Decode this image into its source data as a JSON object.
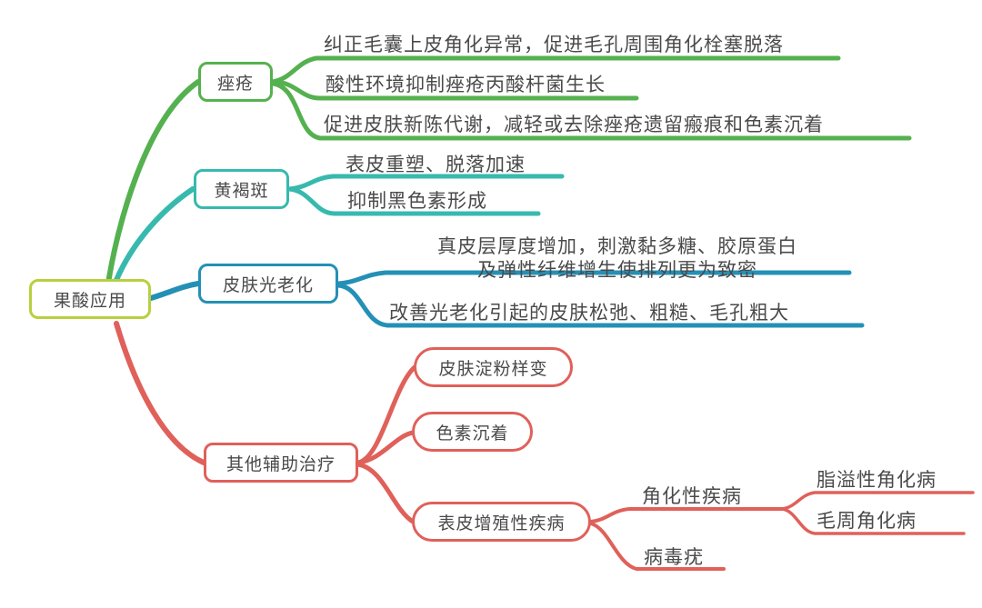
{
  "diagram": {
    "title": "果酸应用",
    "type": "mind-map",
    "colors": {
      "root": "#b9cf3e",
      "acne": "#55b14f",
      "melasma": "#37b9ae",
      "photoaging": "#2490b5",
      "other": "#e0605a",
      "text": "#4a4a4a",
      "background": "#ffffff"
    },
    "root": {
      "label": "果酸应用"
    },
    "branches": [
      {
        "id": "acne",
        "label": "痤疮",
        "color": "#55b14f",
        "children": [
          {
            "label": "纠正毛囊上皮角化异常，促进毛孔周围角化栓塞脱落"
          },
          {
            "label": "酸性环境抑制痤疮丙酸杆菌生长"
          },
          {
            "label": "促进皮肤新陈代谢，减轻或去除痤疮遗留瘢痕和色素沉着"
          }
        ]
      },
      {
        "id": "melasma",
        "label": "黄褐斑",
        "color": "#37b9ae",
        "children": [
          {
            "label": "表皮重塑、脱落加速"
          },
          {
            "label": "抑制黑色素形成"
          }
        ]
      },
      {
        "id": "photoaging",
        "label": "皮肤光老化",
        "color": "#2490b5",
        "children": [
          {
            "label": "真皮层厚度增加，刺激黏多糖、胶原蛋白",
            "label2": "及弹性纤维增生使排列更为致密"
          },
          {
            "label": "改善光老化引起的皮肤松弛、粗糙、毛孔粗大"
          }
        ]
      },
      {
        "id": "other",
        "label": "其他辅助治疗",
        "color": "#e0605a",
        "children": [
          {
            "label": "皮肤淀粉样变"
          },
          {
            "label": "色素沉着"
          },
          {
            "label": "表皮增殖性疾病",
            "children": [
              {
                "label": "角化性疾病",
                "children": [
                  {
                    "label": "脂溢性角化病"
                  },
                  {
                    "label": "毛周角化病"
                  }
                ]
              },
              {
                "label": "病毒疣"
              }
            ]
          }
        ]
      }
    ]
  }
}
